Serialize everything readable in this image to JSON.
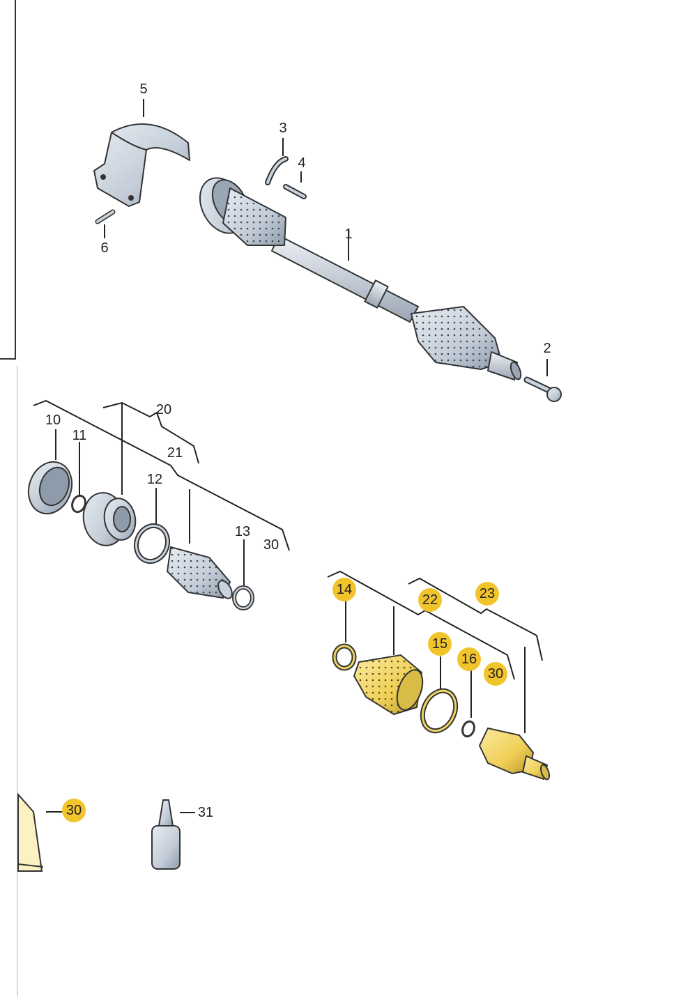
{
  "diagram": {
    "callouts": {
      "c1": "1",
      "c2": "2",
      "c3": "3",
      "c4": "4",
      "c5": "5",
      "c6": "6",
      "c10": "10",
      "c11": "11",
      "c12": "12",
      "c13": "13",
      "c14": "14",
      "c15": "15",
      "c16": "16",
      "c20": "20",
      "c21": "21",
      "c22": "22",
      "c23": "23",
      "c30a": "30",
      "c30b": "30",
      "c30c": "30",
      "c31": "31"
    },
    "highlighted_parts": [
      "14",
      "15",
      "16",
      "22",
      "23",
      "30"
    ],
    "colors": {
      "part_blue": "#c9d3de",
      "part_shade": "#7f8d9e",
      "part_gold": "#f0d562",
      "gold_shade": "#b89a2a",
      "callout_badge": "#f2c42c",
      "line": "#222222"
    }
  }
}
